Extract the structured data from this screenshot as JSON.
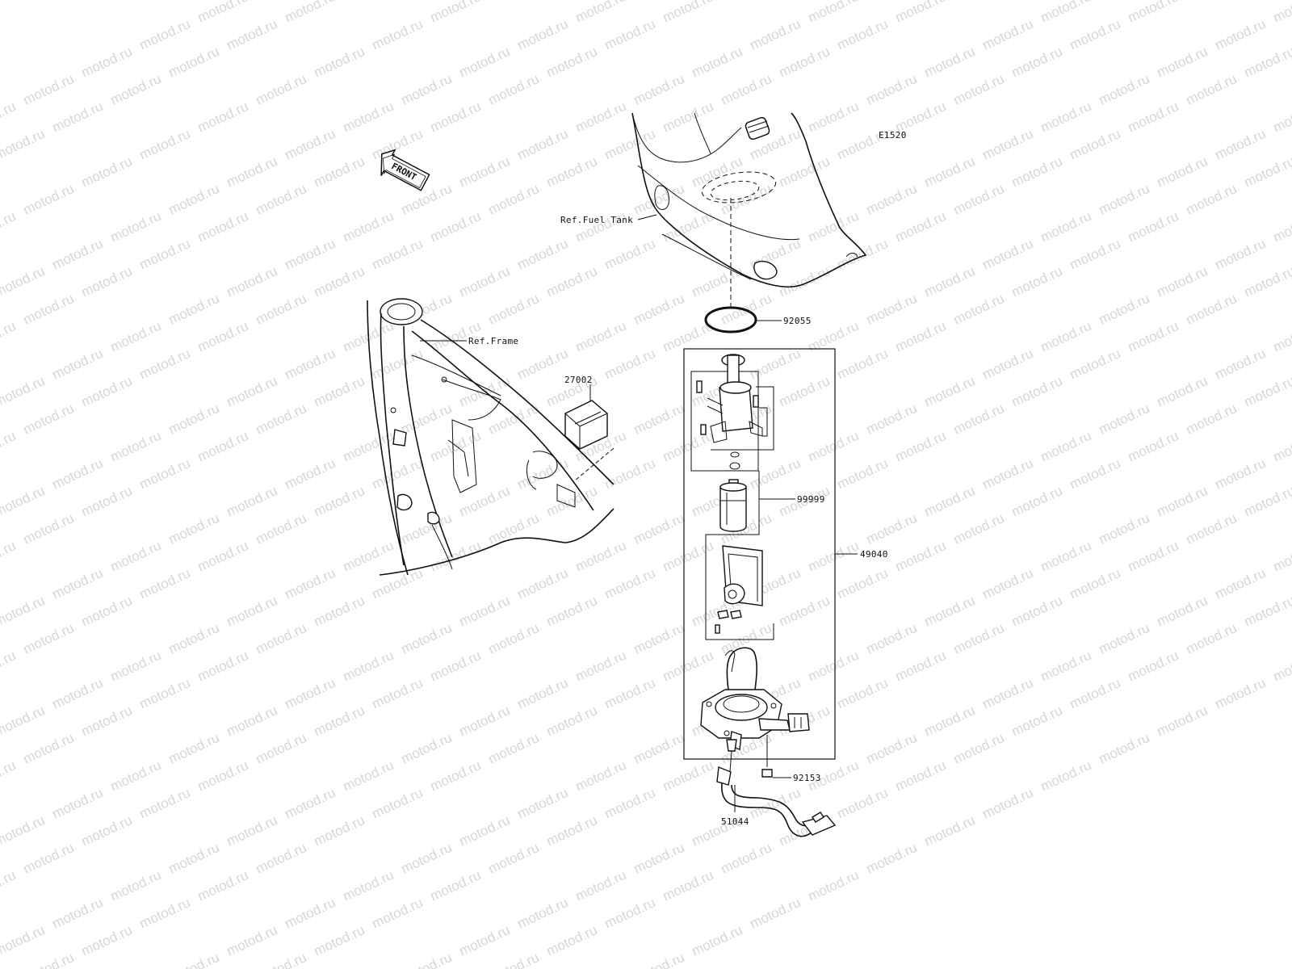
{
  "diagram": {
    "code": "E1520",
    "watermark": "motod.ru",
    "front_arrow_text": "FRONT",
    "references": {
      "fuel_tank": "Ref.Fuel Tank",
      "frame": "Ref.Frame"
    },
    "parts": {
      "gasket": "92055",
      "relay": "27002",
      "pump_kit": "99999",
      "pump_assembly": "49040",
      "bolt": "92153",
      "hose": "51044"
    }
  }
}
